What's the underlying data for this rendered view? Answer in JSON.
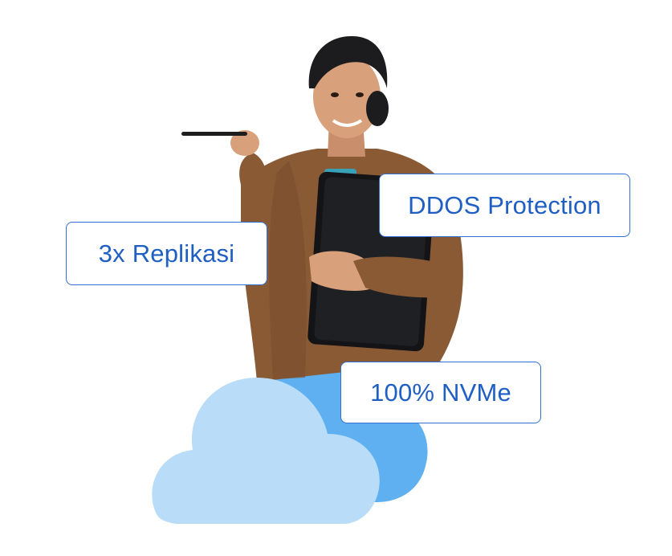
{
  "badges": {
    "ddos": "DDOS Protection",
    "replikasi": "3x Replikasi",
    "nvme": "100% NVMe"
  },
  "colors": {
    "badge_border": "#2f6fd6",
    "badge_text": "#1f5fc4",
    "cloud_back": "#5fb0f0",
    "cloud_front": "#b9dcf8",
    "jacket": "#8a5a35",
    "hair": "#1c1c1e",
    "skin": "#d9a07c",
    "laptop": "#141416"
  },
  "icons": {
    "cloud": "cloud-icon"
  }
}
